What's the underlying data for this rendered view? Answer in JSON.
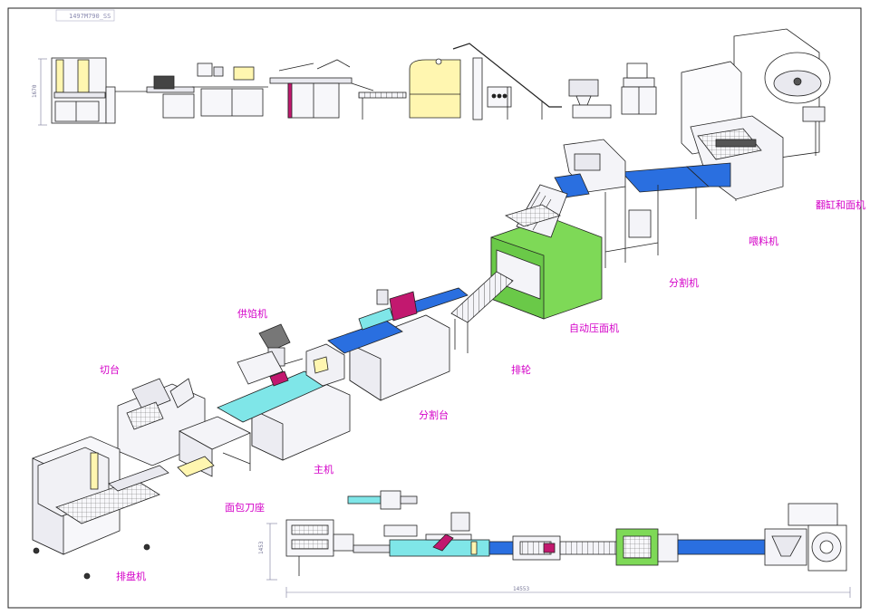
{
  "title_block": "1497M790_SS",
  "dimensions": {
    "height_top": "1670",
    "height_bottom": "1453",
    "total_length": "14553"
  },
  "labels": {
    "mixer": "翻缸和面机",
    "feeder": "喂料机",
    "divider": "分割机",
    "sheeter": "自动压面机",
    "roller": "排轮",
    "cutting_table": "分割台",
    "filling_machine": "供馅机",
    "main_machine": "主机",
    "cut_table": "切台",
    "bread_cutter": "面包刀座",
    "tray_arranger": "排盘机"
  },
  "colors": {
    "line": "#222222",
    "label": "#d400c8",
    "belt_blue": "#2a6fe0",
    "cyan_belt": "#7fe6e8",
    "green_body": "#7ed957",
    "cream_body": "#fff6b0",
    "magenta_part": "#c2186f",
    "steel": "#e9e9ef",
    "dimension": "#7a7a9a"
  }
}
